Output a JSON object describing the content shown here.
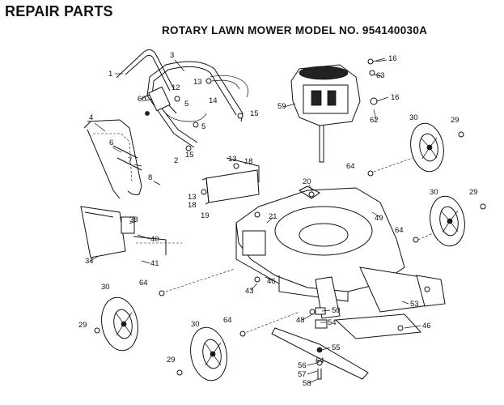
{
  "header": "REPAIR PARTS",
  "subheader": "ROTARY LAWN MOWER MODEL NO. 954140030A",
  "callouts": [
    {
      "id": "c1",
      "text": "1"
    },
    {
      "id": "c2",
      "text": "2"
    },
    {
      "id": "c3",
      "text": "3"
    },
    {
      "id": "c4",
      "text": "4"
    },
    {
      "id": "c5a",
      "text": "5"
    },
    {
      "id": "c5b",
      "text": "5"
    },
    {
      "id": "c6",
      "text": "6"
    },
    {
      "id": "c7",
      "text": "7"
    },
    {
      "id": "c8",
      "text": "8"
    },
    {
      "id": "c12",
      "text": "12"
    },
    {
      "id": "c13a",
      "text": "13"
    },
    {
      "id": "c13b",
      "text": "13"
    },
    {
      "id": "c13c",
      "text": "13"
    },
    {
      "id": "c14",
      "text": "14"
    },
    {
      "id": "c15a",
      "text": "15"
    },
    {
      "id": "c15b",
      "text": "15"
    },
    {
      "id": "c16a",
      "text": "16"
    },
    {
      "id": "c16b",
      "text": "16"
    },
    {
      "id": "c18a",
      "text": "18"
    },
    {
      "id": "c18b",
      "text": "18"
    },
    {
      "id": "c19",
      "text": "19"
    },
    {
      "id": "c20",
      "text": "20"
    },
    {
      "id": "c21",
      "text": "21"
    },
    {
      "id": "c29a",
      "text": "29"
    },
    {
      "id": "c29b",
      "text": "29"
    },
    {
      "id": "c29c",
      "text": "29"
    },
    {
      "id": "c29d",
      "text": "29"
    },
    {
      "id": "c30a",
      "text": "30"
    },
    {
      "id": "c30b",
      "text": "30"
    },
    {
      "id": "c30c",
      "text": "30"
    },
    {
      "id": "c30d",
      "text": "30"
    },
    {
      "id": "c34",
      "text": "34"
    },
    {
      "id": "c38",
      "text": "38"
    },
    {
      "id": "c40",
      "text": "40"
    },
    {
      "id": "c41",
      "text": "41"
    },
    {
      "id": "c43",
      "text": "43"
    },
    {
      "id": "c46a",
      "text": "46"
    },
    {
      "id": "c46b",
      "text": "46"
    },
    {
      "id": "c48",
      "text": "48"
    },
    {
      "id": "c49",
      "text": "49"
    },
    {
      "id": "c50",
      "text": "50"
    },
    {
      "id": "c53",
      "text": "53"
    },
    {
      "id": "c54",
      "text": "54"
    },
    {
      "id": "c55",
      "text": "55"
    },
    {
      "id": "c56",
      "text": "56"
    },
    {
      "id": "c57",
      "text": "57"
    },
    {
      "id": "c58",
      "text": "58"
    },
    {
      "id": "c59",
      "text": "59"
    },
    {
      "id": "c60",
      "text": "60"
    },
    {
      "id": "c62",
      "text": "62"
    },
    {
      "id": "c63",
      "text": "63"
    },
    {
      "id": "c64a",
      "text": "64"
    },
    {
      "id": "c64b",
      "text": "64"
    },
    {
      "id": "c64c",
      "text": "64"
    },
    {
      "id": "c64d",
      "text": "64"
    },
    {
      "id": "c64e",
      "text": "64"
    }
  ]
}
